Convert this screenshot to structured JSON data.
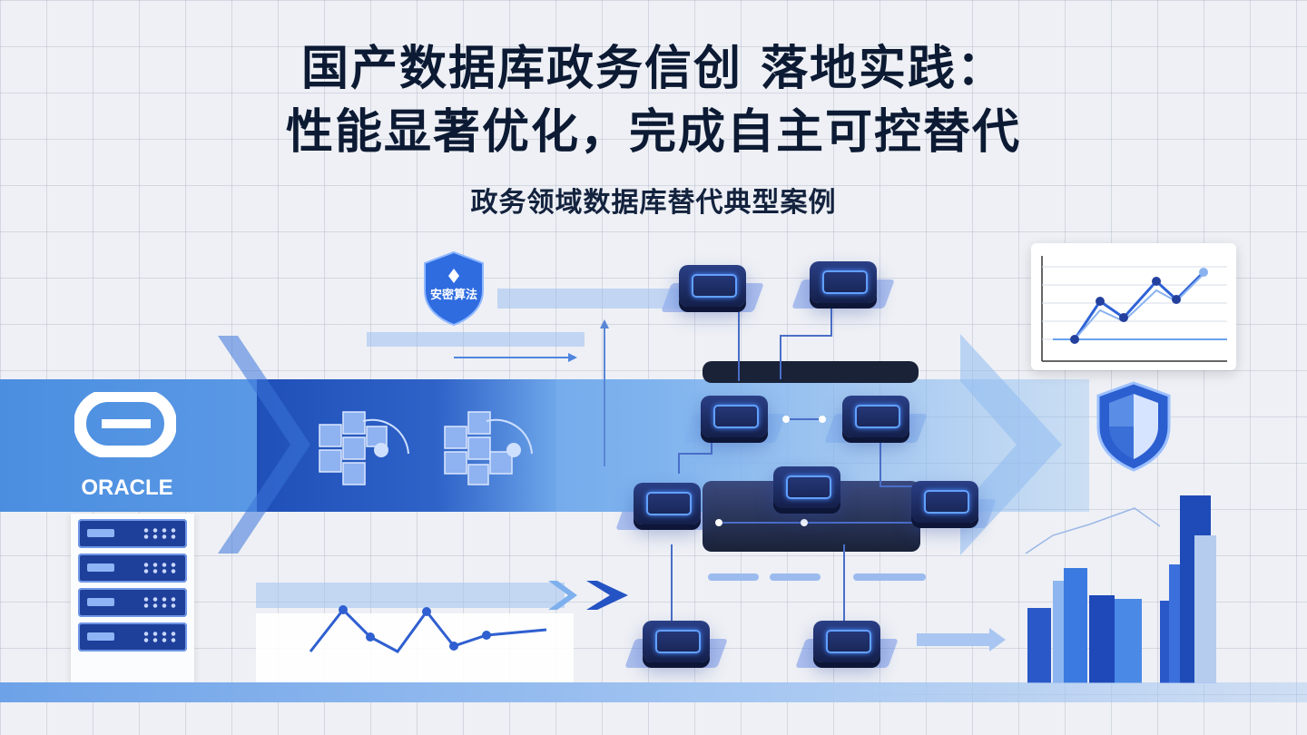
{
  "header": {
    "title_line1": "国产数据库政务信创 落地实践：",
    "title_line2": "性能显著优化，完成自主可控替代",
    "subtitle": "政务领域数据库替代典型案例"
  },
  "illustration": {
    "oracle_label": "ORACLE",
    "shield_badge_label": "安密算法",
    "icons": [
      "oracle-logo-icon",
      "server-rack-icon",
      "data-cubes-icon",
      "database-node-icon",
      "security-shield-icon",
      "line-chart-icon",
      "bar-chart-icon",
      "arrow-right-icon"
    ],
    "colors": {
      "primary_blue": "#2f63c8",
      "light_blue": "#7fb3ee",
      "dark_navy": "#141f4a",
      "title_text": "#0c1a33"
    }
  }
}
